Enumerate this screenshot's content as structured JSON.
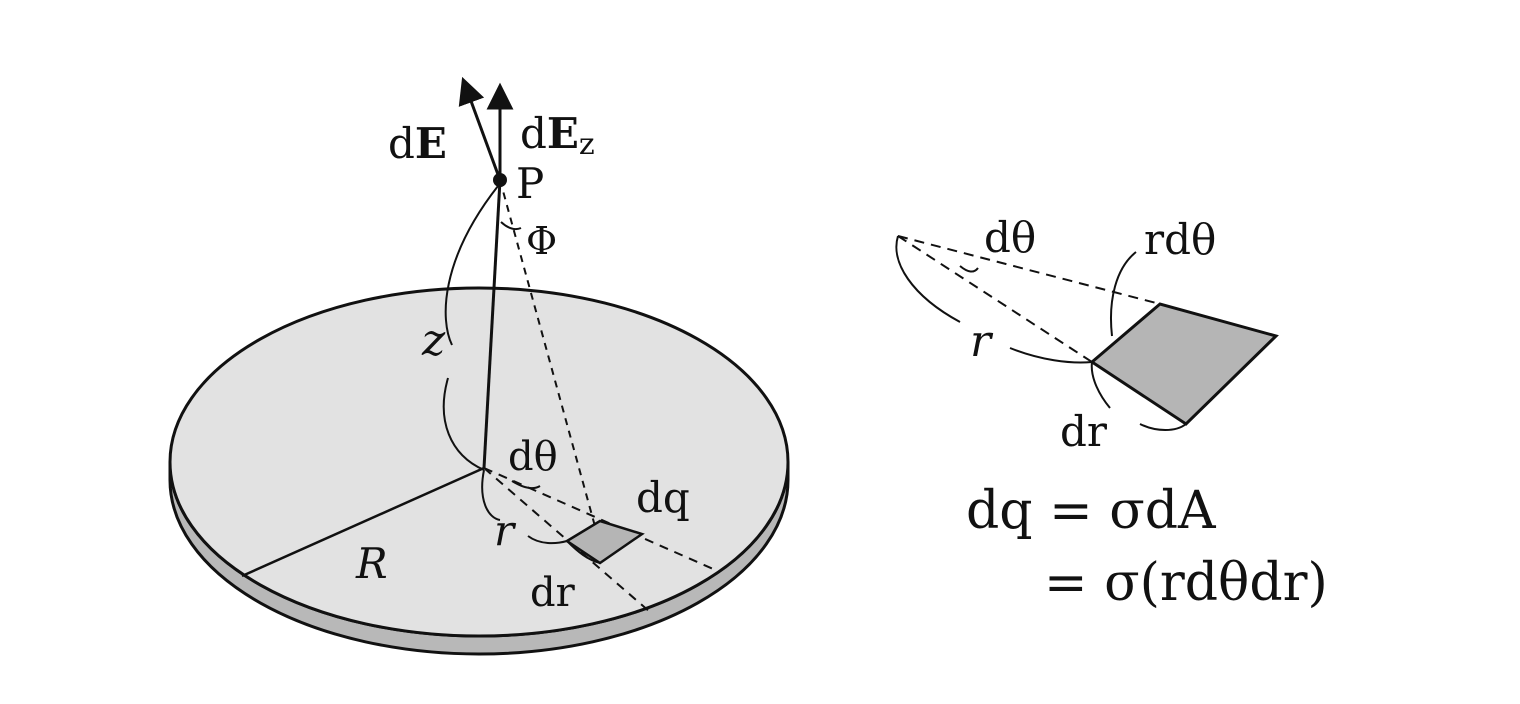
{
  "colors": {
    "ink": "#111111",
    "disk_top": "#e2e2e2",
    "disk_side": "#b8b8b8",
    "element": "#b5b5b5",
    "background": "#ffffff"
  },
  "labels": {
    "dE_prefix": "d",
    "dE_vec": "E",
    "dEz_prefix": "d",
    "dEz_vec": "E",
    "dEz_sub": "z",
    "point_P": "P",
    "angle_phi": "Φ",
    "height_z": "z",
    "angle_dtheta": "dθ",
    "radius_r": "r",
    "radius_R": "R",
    "charge_dq": "dq",
    "width_dr": "dr"
  },
  "detail": {
    "angle_dtheta": "dθ",
    "arc_rdtheta": "rdθ",
    "radius_r": "r",
    "width_dr": "dr"
  },
  "equation": {
    "line1": "dq = σdA",
    "line2": "= σ(rdθdr)"
  }
}
